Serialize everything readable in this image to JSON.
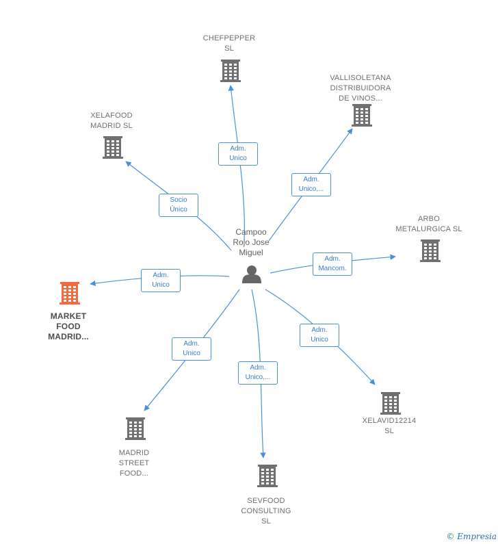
{
  "colors": {
    "edge": "#4a90d9",
    "building": "#707070",
    "focus_building": "#f26a3d",
    "person": "#666666"
  },
  "center": {
    "label": "Campoo\nRojo Jose\nMiguel",
    "icon": "person-icon"
  },
  "companies": [
    {
      "id": "chefpepper",
      "label": "CHEFPEPPER\nSL",
      "icon": "building-icon"
    },
    {
      "id": "vallisoletana",
      "label": "VALLISOLETANA\nDISTRIBUIDORA\nDE VINOS...",
      "icon": "building-icon"
    },
    {
      "id": "xelafood",
      "label": "XELAFOOD\nMADRID  SL",
      "icon": "building-icon"
    },
    {
      "id": "arbo",
      "label": "ARBO\nMETALURGICA SL",
      "icon": "building-icon"
    },
    {
      "id": "market-food",
      "label": "MARKET\nFOOD\nMADRID...",
      "icon": "building-icon",
      "focus": true
    },
    {
      "id": "xelavid",
      "label": "XELAVID12214\nSL",
      "icon": "building-icon"
    },
    {
      "id": "madrid-street",
      "label": "MADRID\nSTREET\nFOOD...",
      "icon": "building-icon"
    },
    {
      "id": "sevfood",
      "label": "SEVFOOD\nCONSULTING\nSL",
      "icon": "building-icon"
    }
  ],
  "edges": [
    {
      "to": "chefpepper",
      "label": "Adm.\nUnico"
    },
    {
      "to": "vallisoletana",
      "label": "Adm.\nUnico,..."
    },
    {
      "to": "xelafood",
      "label": "Socio\nÚnico"
    },
    {
      "to": "arbo",
      "label": "Adm.\nMancom."
    },
    {
      "to": "market-food",
      "label": "Adm.\nUnico"
    },
    {
      "to": "xelavid",
      "label": "Adm.\nUnico"
    },
    {
      "to": "madrid-street",
      "label": "Adm.\nUnico"
    },
    {
      "to": "sevfood",
      "label": "Adm.\nUnico,..."
    }
  ],
  "credit": {
    "copyright": "©",
    "brand": "Empresia"
  }
}
